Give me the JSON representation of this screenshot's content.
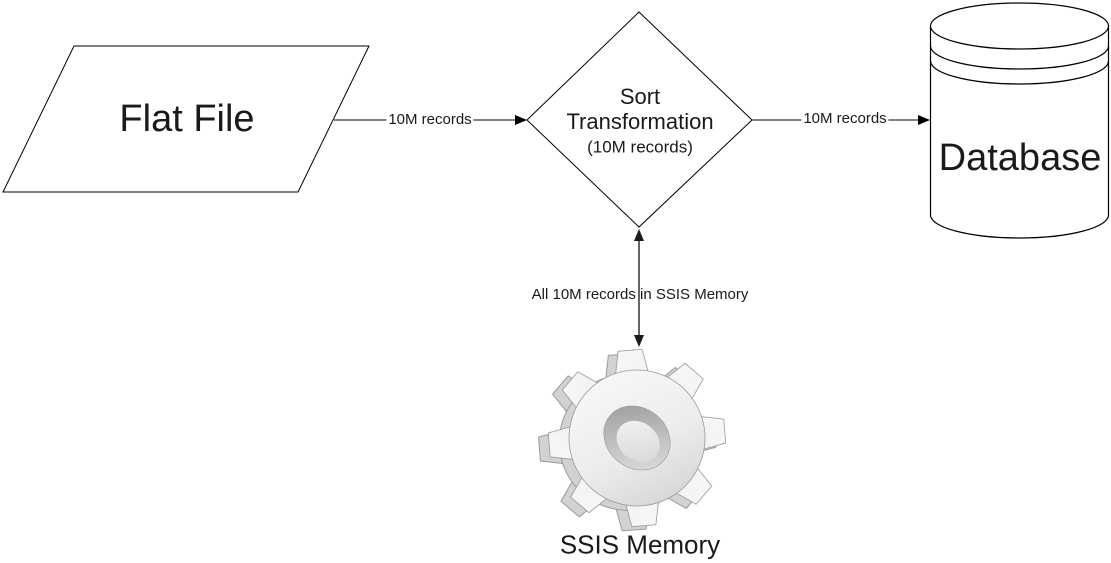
{
  "diagram": {
    "nodes": {
      "flat_file": {
        "label": "Flat File",
        "shape": "parallelogram"
      },
      "sort": {
        "line1": "Sort",
        "line2": "Transformation",
        "note": "(10M records)",
        "shape": "diamond"
      },
      "database": {
        "label": "Database",
        "shape": "cylinder"
      },
      "ssis_memory": {
        "label": "SSIS Memory",
        "icon": "gear-icon"
      }
    },
    "edges": {
      "flatfile_to_sort": {
        "label": "10M records",
        "direction": "right"
      },
      "sort_to_database": {
        "label": "10M records",
        "direction": "right"
      },
      "sort_to_memory": {
        "label": "All 10M records in SSIS Memory",
        "direction": "both"
      }
    },
    "colors": {
      "background": "#ffffff",
      "shape_stroke": "#000000",
      "connector": "#000000",
      "memory_connector": "#666666",
      "text": "#1a1a1a",
      "gear_light": "#ffffff",
      "gear_dark": "#c6c6c6"
    }
  }
}
